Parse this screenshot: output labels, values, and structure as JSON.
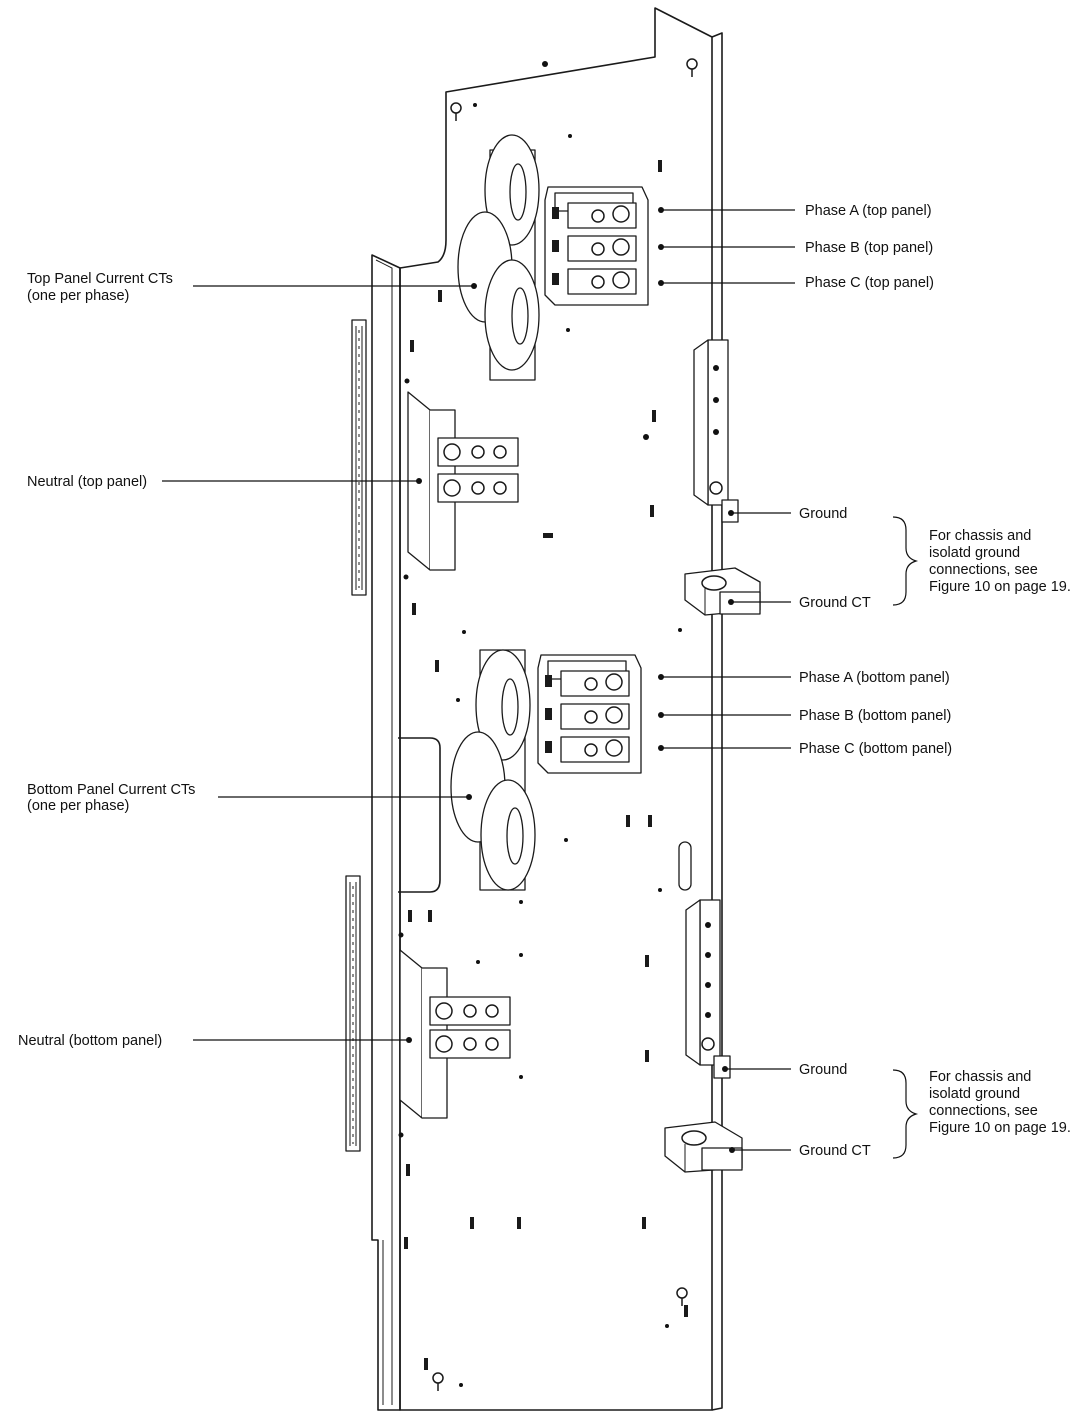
{
  "labels": {
    "top_ct_line1": "Top Panel Current CTs",
    "top_ct_line2": "(one per phase)",
    "neutral_top": "Neutral (top panel)",
    "bottom_ct_line1": "Bottom Panel Current CTs",
    "bottom_ct_line2": "(one per phase)",
    "neutral_bottom": "Neutral (bottom panel)",
    "phase_a_top": "Phase A (top panel)",
    "phase_b_top": "Phase B (top panel)",
    "phase_c_top": "Phase C (top panel)",
    "ground_top": "Ground",
    "ground_ct_top": "Ground CT",
    "phase_a_bottom": "Phase A (bottom panel)",
    "phase_b_bottom": "Phase B (bottom panel)",
    "phase_c_bottom": "Phase C (bottom panel)",
    "ground_bottom": "Ground",
    "ground_ct_bottom": "Ground CT"
  },
  "notes": {
    "top": [
      "For chassis and",
      "isolatd ground",
      "connections, see",
      "Figure 10 on page 19."
    ],
    "bottom": [
      "For chassis and",
      "isolatd ground",
      "connections, see",
      "Figure 10 on page 19."
    ]
  },
  "colors": {
    "ink": "#111111",
    "panel_fill": "#ffffff",
    "shade": "#d9d9d9"
  }
}
